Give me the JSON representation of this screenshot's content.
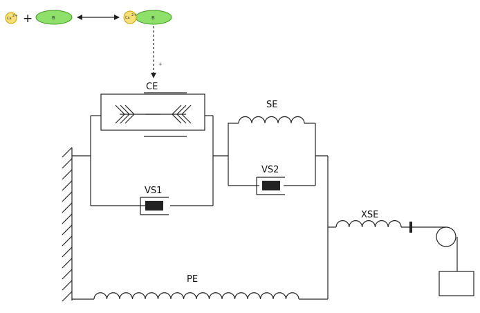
{
  "reaction": {
    "ca_label": "Ca",
    "ca_charge": "2+",
    "plus_symbol": "+",
    "b_label": "B",
    "effect_label": "+"
  },
  "elements": {
    "ce_label": "CE",
    "se_label": "SE",
    "vs1_label": "VS1",
    "vs2_label": "VS2",
    "xse_label": "XSE",
    "pe_label": "PE"
  },
  "colors": {
    "calcium_fill": "#f7e07a",
    "calcium_stroke": "#c9a300",
    "protein_fill": "#8fe06a",
    "protein_stroke": "#3f9a22",
    "damper_piston": "#222222",
    "line": "#222222"
  }
}
